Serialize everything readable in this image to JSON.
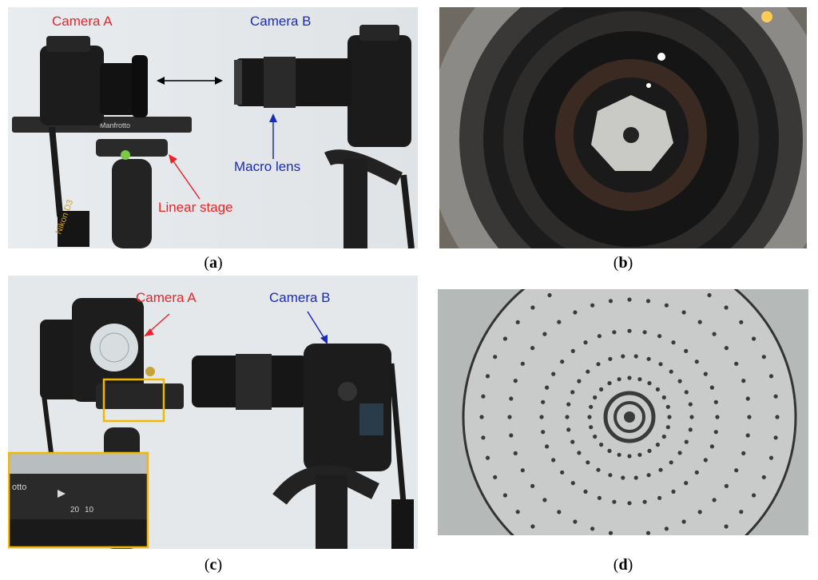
{
  "panels": {
    "a": {
      "caption_letter": "a",
      "camera_a_label": "Camera A",
      "camera_b_label": "Camera B",
      "macro_lens_label": "Macro lens",
      "linear_stage_label": "Linear stage",
      "stage_brand_text": "Manfrotto",
      "body_brand_text": "Nikon D3"
    },
    "b": {
      "caption_letter": "b"
    },
    "c": {
      "caption_letter": "c",
      "camera_a_label": "Camera A",
      "camera_b_label": "Camera B",
      "inset_scale_20": "20",
      "inset_scale_10": "10",
      "inset_brand_text": "otto"
    },
    "d": {
      "caption_letter": "d"
    }
  },
  "colors": {
    "label_red": "#e8252a",
    "label_blue": "#1a2bb8",
    "inset_border": "#f2b705"
  }
}
